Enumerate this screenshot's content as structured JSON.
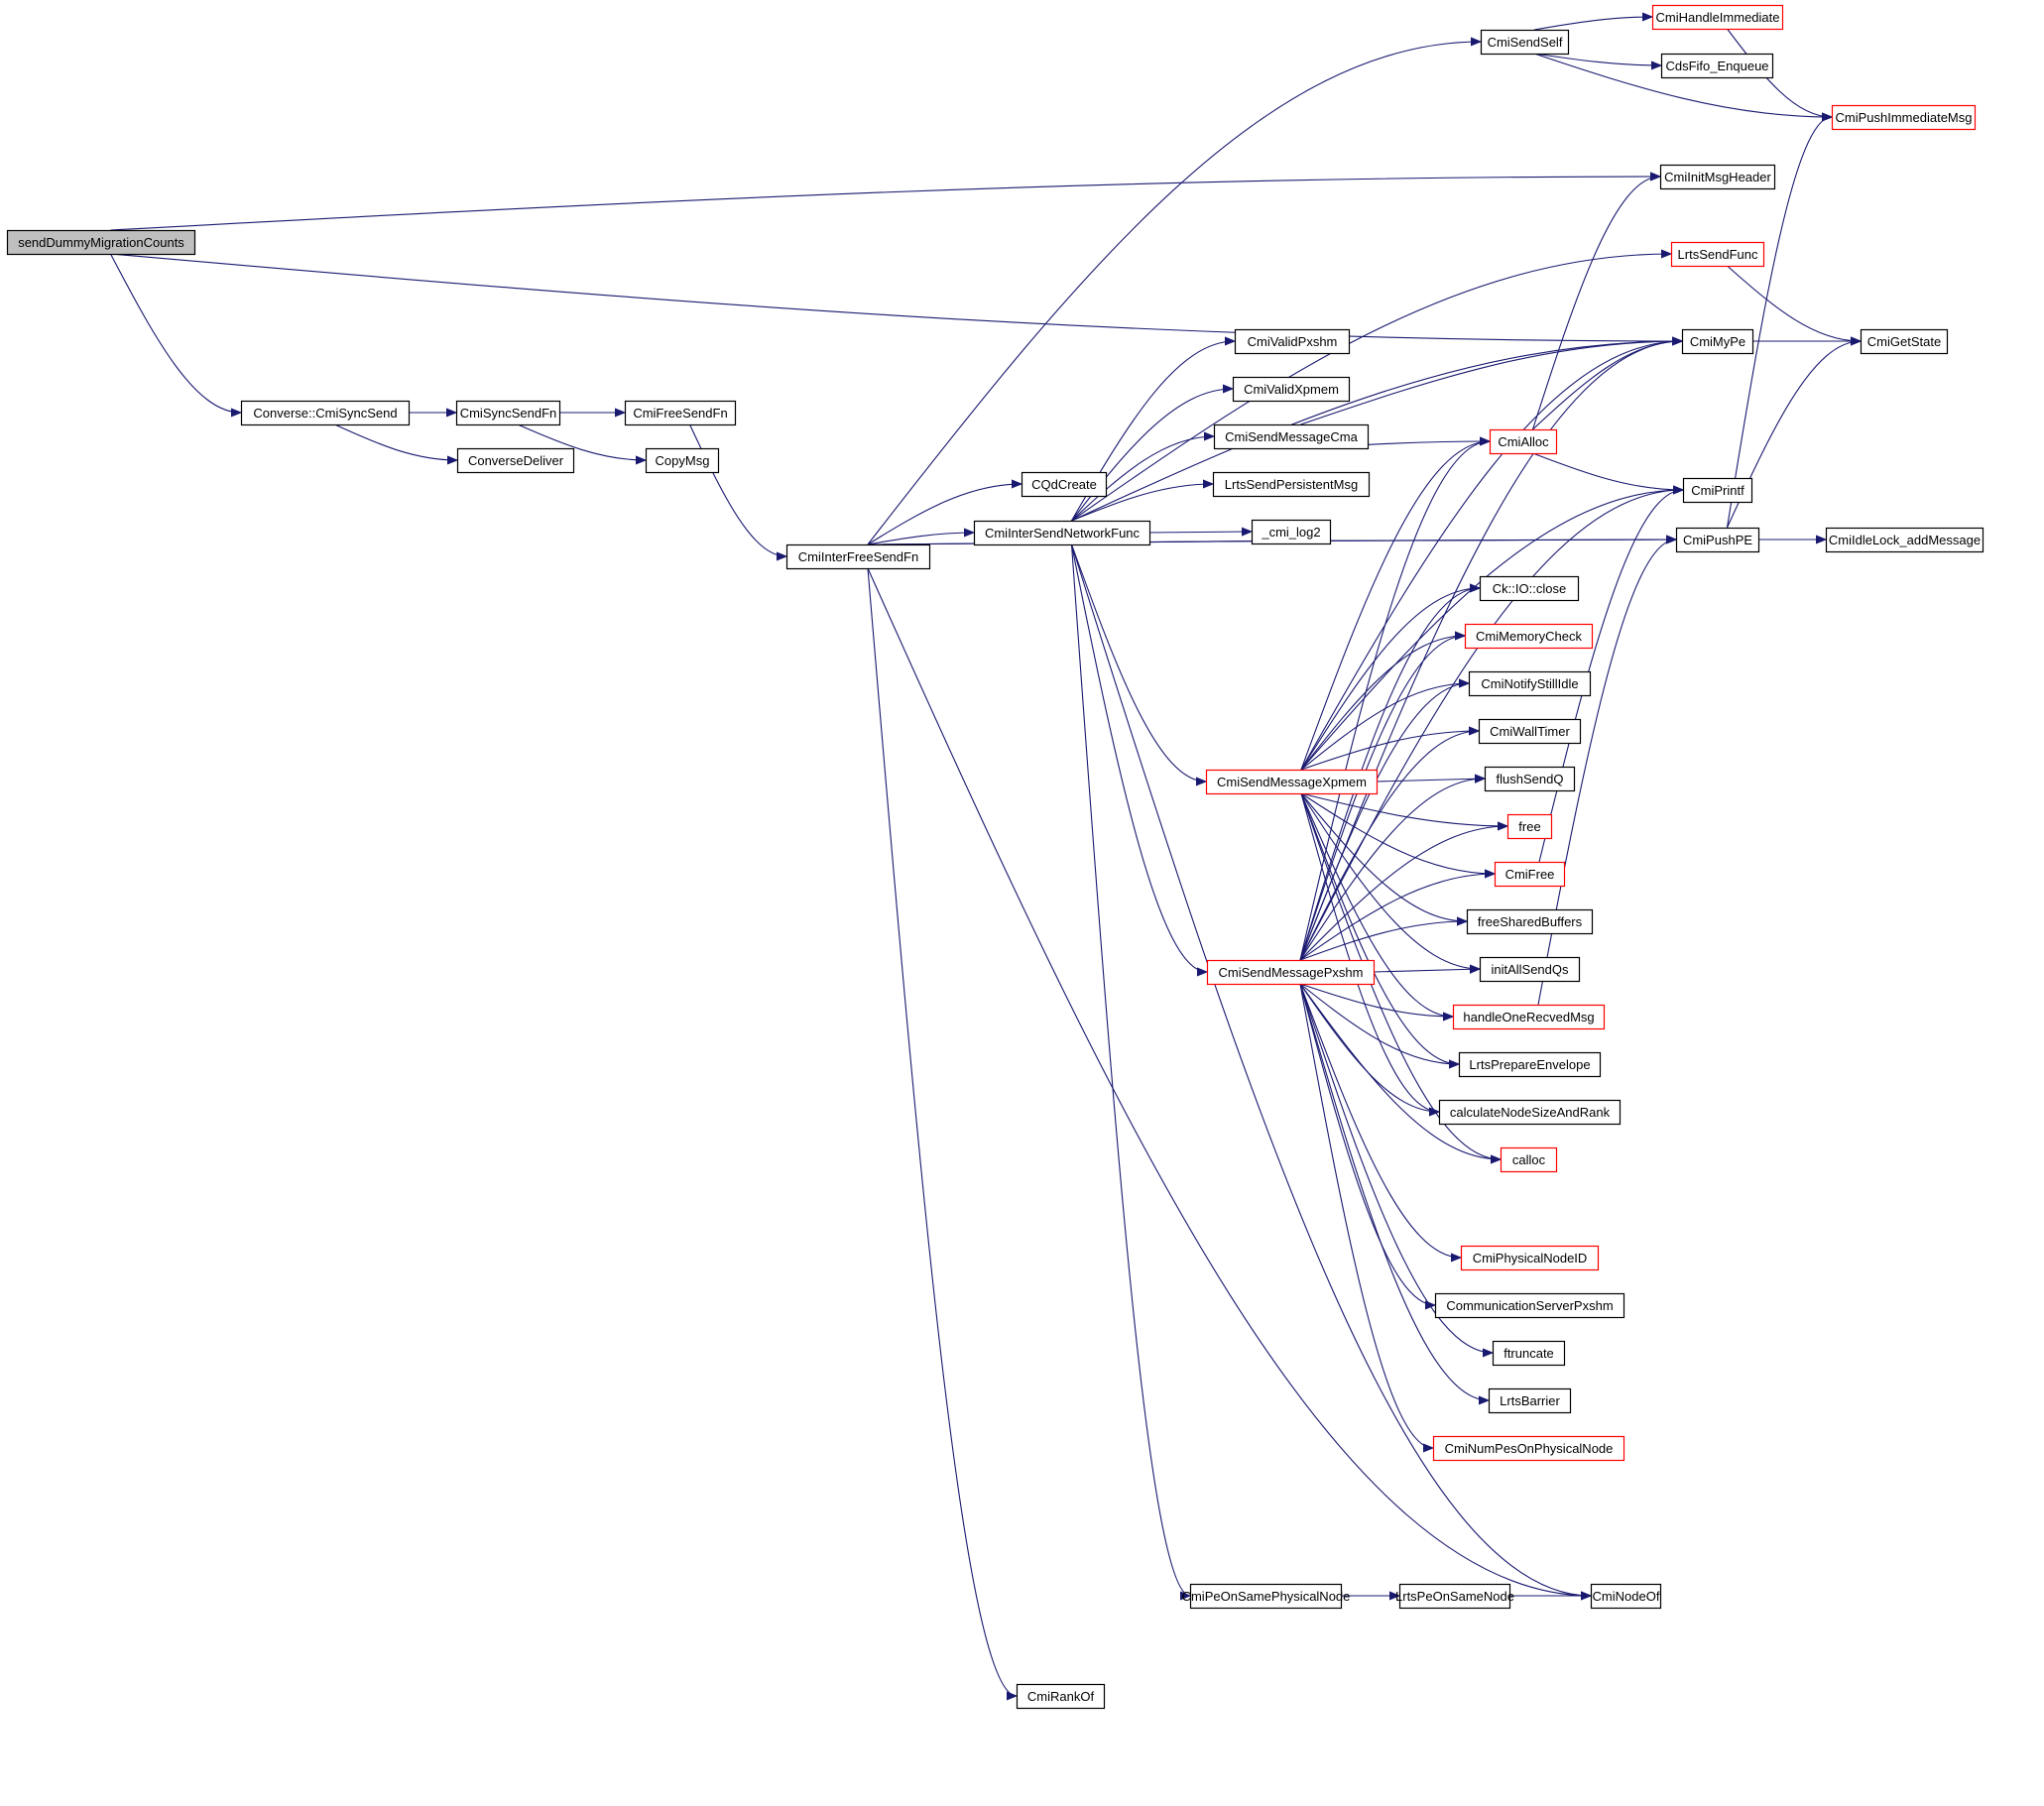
{
  "diagram": {
    "title": "call graph of sendDummyMigrationCounts",
    "colors": {
      "edge": "#191970",
      "node_border": "#000000",
      "truncated_node_border": "#ff0000",
      "root_fill": "#bfbfbf",
      "node_fill": "#ffffff"
    },
    "nodes": [
      {
        "id": "sendDummyMigrationCounts",
        "label": "sendDummyMigrationCounts",
        "root": true,
        "truncated": false
      },
      {
        "id": "Converse_CmiSyncSend",
        "label": "Converse::CmiSyncSend",
        "truncated": false
      },
      {
        "id": "CmiSyncSendFn",
        "label": "CmiSyncSendFn",
        "truncated": false
      },
      {
        "id": "ConverseDeliver",
        "label": "ConverseDeliver",
        "truncated": false
      },
      {
        "id": "CmiFreeSendFn",
        "label": "CmiFreeSendFn",
        "truncated": false
      },
      {
        "id": "CopyMsg",
        "label": "CopyMsg",
        "truncated": false
      },
      {
        "id": "CmiInterFreeSendFn",
        "label": "CmiInterFreeSendFn",
        "truncated": false
      },
      {
        "id": "CQdCreate",
        "label": "CQdCreate",
        "truncated": false
      },
      {
        "id": "CmiInterSendNetworkFunc",
        "label": "CmiInterSendNetworkFunc",
        "truncated": false
      },
      {
        "id": "CmiRankOf",
        "label": "CmiRankOf",
        "truncated": false
      },
      {
        "id": "CmiValidPxshm",
        "label": "CmiValidPxshm",
        "truncated": false
      },
      {
        "id": "CmiValidXpmem",
        "label": "CmiValidXpmem",
        "truncated": false
      },
      {
        "id": "CmiSendMessageCma",
        "label": "CmiSendMessageCma",
        "truncated": false
      },
      {
        "id": "LrtsSendPersistentMsg",
        "label": "LrtsSendPersistentMsg",
        "truncated": false
      },
      {
        "id": "_cmi_log2",
        "label": "_cmi_log2",
        "truncated": false
      },
      {
        "id": "CmiSendMessageXpmem",
        "label": "CmiSendMessageXpmem",
        "truncated": true
      },
      {
        "id": "CmiSendMessagePxshm",
        "label": "CmiSendMessagePxshm",
        "truncated": true
      },
      {
        "id": "CmiPeOnSamePhysicalNode",
        "label": "CmiPeOnSamePhysicalNode",
        "truncated": false
      },
      {
        "id": "LrtsPeOnSameNode",
        "label": "LrtsPeOnSameNode",
        "truncated": false
      },
      {
        "id": "CmiSendSelf",
        "label": "CmiSendSelf",
        "truncated": false
      },
      {
        "id": "CmiHandleImmediate",
        "label": "CmiHandleImmediate",
        "truncated": true
      },
      {
        "id": "CdsFifo_Enqueue",
        "label": "CdsFifo_Enqueue",
        "truncated": false
      },
      {
        "id": "CmiPushImmediateMsg",
        "label": "CmiPushImmediateMsg",
        "truncated": true
      },
      {
        "id": "CmiInitMsgHeader",
        "label": "CmiInitMsgHeader",
        "truncated": false
      },
      {
        "id": "LrtsSendFunc",
        "label": "LrtsSendFunc",
        "truncated": true
      },
      {
        "id": "CmiMyPe",
        "label": "CmiMyPe",
        "truncated": false
      },
      {
        "id": "CmiGetState",
        "label": "CmiGetState",
        "truncated": false
      },
      {
        "id": "CmiAlloc",
        "label": "CmiAlloc",
        "truncated": true
      },
      {
        "id": "CmiPrintf",
        "label": "CmiPrintf",
        "truncated": false
      },
      {
        "id": "CmiPushPE",
        "label": "CmiPushPE",
        "truncated": false
      },
      {
        "id": "CmiIdleLock_addMessage",
        "label": "CmiIdleLock_addMessage",
        "truncated": false
      },
      {
        "id": "Ck_IO_close",
        "label": "Ck::IO::close",
        "truncated": false
      },
      {
        "id": "CmiMemoryCheck",
        "label": "CmiMemoryCheck",
        "truncated": true
      },
      {
        "id": "CmiNotifyStillIdle",
        "label": "CmiNotifyStillIdle",
        "truncated": false
      },
      {
        "id": "CmiWallTimer",
        "label": "CmiWallTimer",
        "truncated": false
      },
      {
        "id": "flushSendQ",
        "label": "flushSendQ",
        "truncated": false
      },
      {
        "id": "free",
        "label": "free",
        "truncated": true
      },
      {
        "id": "CmiFree",
        "label": "CmiFree",
        "truncated": true
      },
      {
        "id": "freeSharedBuffers",
        "label": "freeSharedBuffers",
        "truncated": false
      },
      {
        "id": "initAllSendQs",
        "label": "initAllSendQs",
        "truncated": false
      },
      {
        "id": "handleOneRecvedMsg",
        "label": "handleOneRecvedMsg",
        "truncated": true
      },
      {
        "id": "LrtsPrepareEnvelope",
        "label": "LrtsPrepareEnvelope",
        "truncated": false
      },
      {
        "id": "calculateNodeSizeAndRank",
        "label": "calculateNodeSizeAndRank",
        "truncated": false
      },
      {
        "id": "calloc",
        "label": "calloc",
        "truncated": true
      },
      {
        "id": "CmiPhysicalNodeID",
        "label": "CmiPhysicalNodeID",
        "truncated": true
      },
      {
        "id": "CommunicationServerPxshm",
        "label": "CommunicationServerPxshm",
        "truncated": false
      },
      {
        "id": "ftruncate",
        "label": "ftruncate",
        "truncated": false
      },
      {
        "id": "LrtsBarrier",
        "label": "LrtsBarrier",
        "truncated": false
      },
      {
        "id": "CmiNumPesOnPhysicalNode",
        "label": "CmiNumPesOnPhysicalNode",
        "truncated": true
      },
      {
        "id": "CmiNodeOf",
        "label": "CmiNodeOf",
        "truncated": false
      }
    ],
    "edges": [
      [
        "sendDummyMigrationCounts",
        "Converse_CmiSyncSend"
      ],
      [
        "sendDummyMigrationCounts",
        "CmiInitMsgHeader"
      ],
      [
        "sendDummyMigrationCounts",
        "CmiMyPe"
      ],
      [
        "Converse_CmiSyncSend",
        "CmiSyncSendFn"
      ],
      [
        "Converse_CmiSyncSend",
        "ConverseDeliver"
      ],
      [
        "CmiSyncSendFn",
        "CmiFreeSendFn"
      ],
      [
        "CmiSyncSendFn",
        "CopyMsg"
      ],
      [
        "CmiFreeSendFn",
        "CmiInterFreeSendFn"
      ],
      [
        "CmiInterFreeSendFn",
        "CmiSendSelf"
      ],
      [
        "CmiInterFreeSendFn",
        "CQdCreate"
      ],
      [
        "CmiInterFreeSendFn",
        "CmiInterSendNetworkFunc"
      ],
      [
        "CmiInterFreeSendFn",
        "CmiPushPE"
      ],
      [
        "CmiInterFreeSendFn",
        "CmiRankOf"
      ],
      [
        "CmiInterFreeSendFn",
        "CmiNodeOf"
      ],
      [
        "CmiInterFreeSendFn",
        "CmiPushPE"
      ],
      [
        "CmiInterSendNetworkFunc",
        "LrtsSendFunc"
      ],
      [
        "CmiInterSendNetworkFunc",
        "CmiMyPe"
      ],
      [
        "CmiInterSendNetworkFunc",
        "CmiValidPxshm"
      ],
      [
        "CmiInterSendNetworkFunc",
        "CmiValidXpmem"
      ],
      [
        "CmiInterSendNetworkFunc",
        "CmiSendMessageCma"
      ],
      [
        "CmiInterSendNetworkFunc",
        "LrtsSendPersistentMsg"
      ],
      [
        "CmiInterSendNetworkFunc",
        "_cmi_log2"
      ],
      [
        "CmiInterSendNetworkFunc",
        "CmiSendMessageXpmem"
      ],
      [
        "CmiInterSendNetworkFunc",
        "CmiSendMessagePxshm"
      ],
      [
        "CmiInterSendNetworkFunc",
        "CmiPeOnSamePhysicalNode"
      ],
      [
        "CmiInterSendNetworkFunc",
        "CmiNodeOf"
      ],
      [
        "CmiSendMessageCma",
        "CmiMyPe"
      ],
      [
        "CmiSendMessageCma",
        "CmiAlloc"
      ],
      [
        "CmiSendSelf",
        "CmiHandleImmediate"
      ],
      [
        "CmiSendSelf",
        "CdsFifo_Enqueue"
      ],
      [
        "CmiSendSelf",
        "CmiPushImmediateMsg"
      ],
      [
        "CmiHandleImmediate",
        "CmiPushImmediateMsg"
      ],
      [
        "LrtsSendFunc",
        "CmiGetState"
      ],
      [
        "CmiMyPe",
        "CmiGetState"
      ],
      [
        "CmiAlloc",
        "CmiInitMsgHeader"
      ],
      [
        "CmiAlloc",
        "CmiMyPe"
      ],
      [
        "CmiAlloc",
        "CmiPrintf"
      ],
      [
        "CmiPushPE",
        "CmiPushImmediateMsg"
      ],
      [
        "CmiPushPE",
        "CmiGetState"
      ],
      [
        "CmiPushPE",
        "CmiIdleLock_addMessage"
      ],
      [
        "CmiFree",
        "CmiPrintf"
      ],
      [
        "handleOneRecvedMsg",
        "CmiPushPE"
      ],
      [
        "CmiSendMessageXpmem",
        "CmiMyPe"
      ],
      [
        "CmiSendMessageXpmem",
        "CmiAlloc"
      ],
      [
        "CmiSendMessageXpmem",
        "CmiPrintf"
      ],
      [
        "CmiSendMessageXpmem",
        "Ck_IO_close"
      ],
      [
        "CmiSendMessageXpmem",
        "CmiMemoryCheck"
      ],
      [
        "CmiSendMessageXpmem",
        "CmiNotifyStillIdle"
      ],
      [
        "CmiSendMessageXpmem",
        "CmiWallTimer"
      ],
      [
        "CmiSendMessageXpmem",
        "flushSendQ"
      ],
      [
        "CmiSendMessageXpmem",
        "free"
      ],
      [
        "CmiSendMessageXpmem",
        "CmiFree"
      ],
      [
        "CmiSendMessageXpmem",
        "freeSharedBuffers"
      ],
      [
        "CmiSendMessageXpmem",
        "initAllSendQs"
      ],
      [
        "CmiSendMessageXpmem",
        "handleOneRecvedMsg"
      ],
      [
        "CmiSendMessageXpmem",
        "LrtsPrepareEnvelope"
      ],
      [
        "CmiSendMessageXpmem",
        "calculateNodeSizeAndRank"
      ],
      [
        "CmiSendMessageXpmem",
        "calloc"
      ],
      [
        "CmiSendMessagePxshm",
        "CmiMyPe"
      ],
      [
        "CmiSendMessagePxshm",
        "CmiAlloc"
      ],
      [
        "CmiSendMessagePxshm",
        "Ck_IO_close"
      ],
      [
        "CmiSendMessagePxshm",
        "CmiMemoryCheck"
      ],
      [
        "CmiSendMessagePxshm",
        "CmiNotifyStillIdle"
      ],
      [
        "CmiSendMessagePxshm",
        "CmiWallTimer"
      ],
      [
        "CmiSendMessagePxshm",
        "flushSendQ"
      ],
      [
        "CmiSendMessagePxshm",
        "free"
      ],
      [
        "CmiSendMessagePxshm",
        "CmiFree"
      ],
      [
        "CmiSendMessagePxshm",
        "freeSharedBuffers"
      ],
      [
        "CmiSendMessagePxshm",
        "initAllSendQs"
      ],
      [
        "CmiSendMessagePxshm",
        "handleOneRecvedMsg"
      ],
      [
        "CmiSendMessagePxshm",
        "LrtsPrepareEnvelope"
      ],
      [
        "CmiSendMessagePxshm",
        "calculateNodeSizeAndRank"
      ],
      [
        "CmiSendMessagePxshm",
        "calloc"
      ],
      [
        "CmiSendMessagePxshm",
        "CmiPrintf"
      ],
      [
        "CmiSendMessagePxshm",
        "CmiPhysicalNodeID"
      ],
      [
        "CmiSendMessagePxshm",
        "CommunicationServerPxshm"
      ],
      [
        "CmiSendMessagePxshm",
        "ftruncate"
      ],
      [
        "CmiSendMessagePxshm",
        "LrtsBarrier"
      ],
      [
        "CmiSendMessagePxshm",
        "CmiNumPesOnPhysicalNode"
      ],
      [
        "CmiPeOnSamePhysicalNode",
        "LrtsPeOnSameNode"
      ],
      [
        "LrtsPeOnSameNode",
        "CmiNodeOf"
      ]
    ]
  }
}
